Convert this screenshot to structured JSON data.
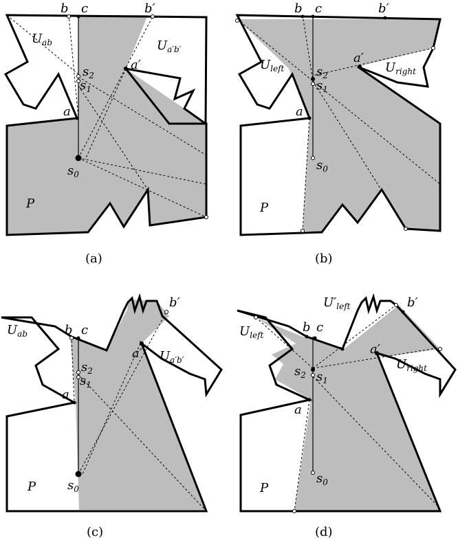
{
  "panels": [
    {
      "caption": "(a)",
      "labels": {
        "b": "b",
        "c": "c",
        "b_prime": "b′",
        "U_ab": "U",
        "U_ab_sub": "ab",
        "U_apbp": "U",
        "U_apbp_sub": "a′b′",
        "a": "a",
        "a_prime": "a′",
        "s2": "s",
        "s2_sub": "2",
        "s1": "s",
        "s1_sub": "1",
        "s0": "s",
        "s0_sub": "0",
        "P": "P"
      }
    },
    {
      "caption": "(b)",
      "labels": {
        "b": "b",
        "c": "c",
        "b_prime": "b′",
        "U_left": "U",
        "U_left_sub": "left",
        "U_right": "U",
        "U_right_sub": "right",
        "a": "a",
        "a_prime": "a′",
        "s2": "s",
        "s2_sub": "2",
        "s1": "s",
        "s1_sub": "1",
        "s0": "s",
        "s0_sub": "0",
        "P": "P"
      }
    },
    {
      "caption": "(c)",
      "labels": {
        "b": "b",
        "c": "c",
        "b_prime": "b′",
        "U_ab": "U",
        "U_ab_sub": "ab",
        "U_apbp": "U",
        "U_apbp_sub": "a′b′",
        "a": "a",
        "a_prime": "a′",
        "s2": "s",
        "s2_sub": "2",
        "s1": "s",
        "s1_sub": "1",
        "s0": "s",
        "s0_sub": "0",
        "P": "P"
      }
    },
    {
      "caption": "(d)",
      "labels": {
        "b": "b",
        "c": "c",
        "b_prime": "b′",
        "U_left_prime": "U′",
        "U_left_prime_sub": "left",
        "U_left": "U",
        "U_left_sub": "left",
        "U_right": "U",
        "U_right_sub": "right",
        "a": "a",
        "a_prime": "a′",
        "s2": "s",
        "s2_sub": "2",
        "s1": "s",
        "s1_sub": "1",
        "s0": "s",
        "s0_sub": "0",
        "P": "P"
      }
    }
  ],
  "colors": {
    "shade": "#bdbdbd",
    "stroke": "#000000",
    "background": "#ffffff"
  }
}
